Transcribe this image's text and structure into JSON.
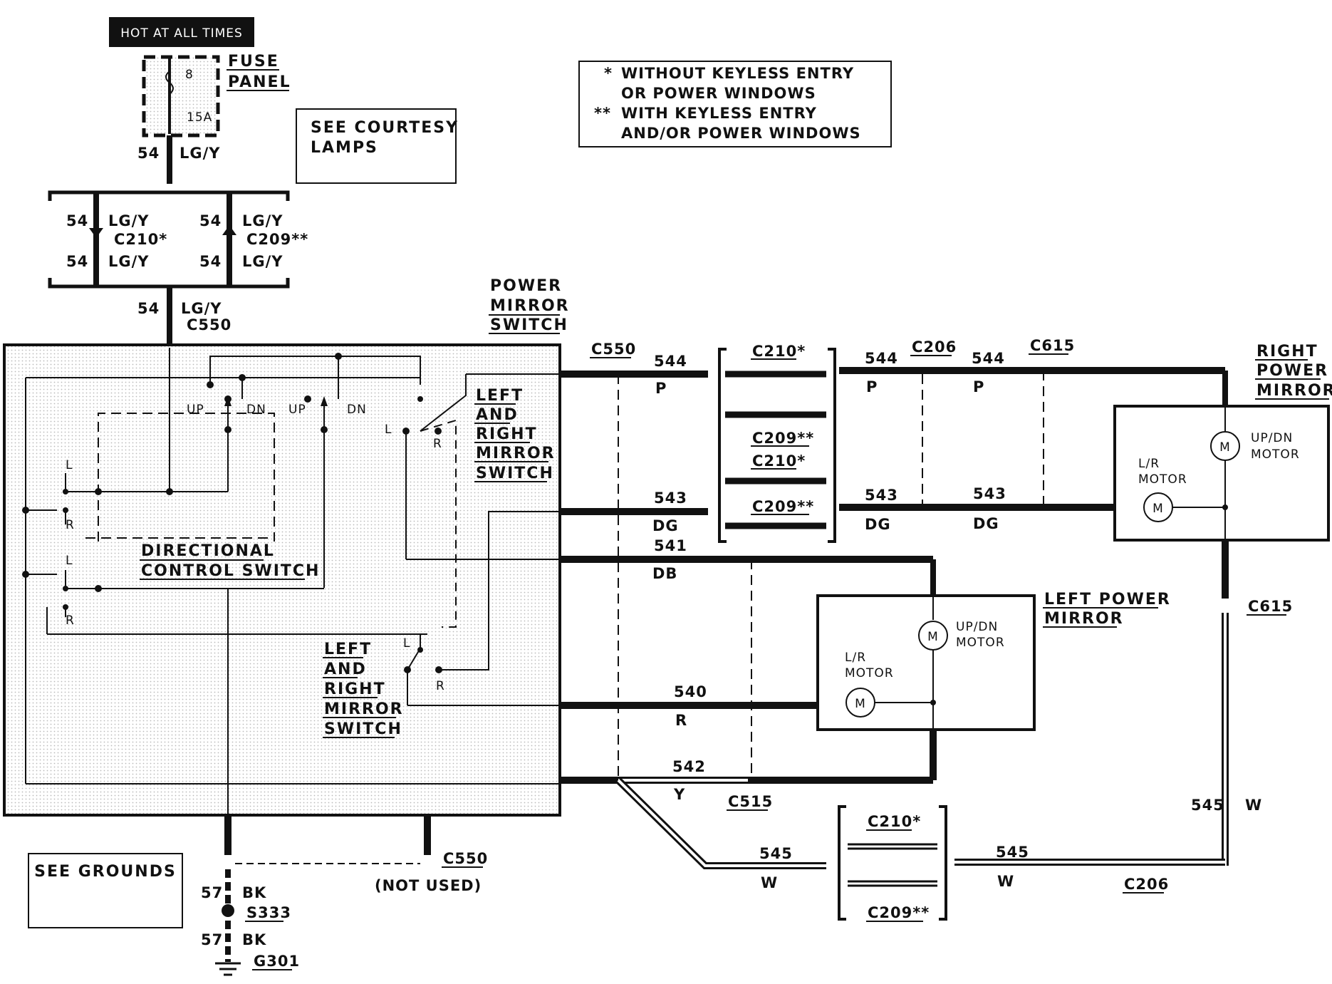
{
  "hot_label": "HOT AT ALL TIMES",
  "fuse": {
    "title_1": "FUSE",
    "title_2": "PANEL",
    "number": "8",
    "rating": "15A"
  },
  "see_courtesy": {
    "line1": "SEE COURTESY",
    "line2": "LAMPS"
  },
  "legend": {
    "star1": "*",
    "line1": "WITHOUT KEYLESS ENTRY",
    "line2": "OR POWER WINDOWS",
    "star2": "**",
    "line3": "WITH KEYLESS ENTRY",
    "line4": "AND/OR POWER WINDOWS"
  },
  "circuits": {
    "c54": "54",
    "lgy": "LG/Y",
    "c544": "544",
    "p": "P",
    "c543": "543",
    "dg": "DG",
    "c541": "541",
    "db": "DB",
    "c540": "540",
    "r": "R",
    "c542": "542",
    "y": "Y",
    "c545": "545",
    "w": "W",
    "c57": "57",
    "bk": "BK"
  },
  "connectors": {
    "c210s": "C210*",
    "c209ss": "C209**",
    "c550": "C550",
    "c206": "C206",
    "c615": "C615",
    "c515": "C515"
  },
  "power_mirror_switch": {
    "l1": "POWER",
    "l2": "MIRROR",
    "l3": "SWITCH"
  },
  "lr_switch": {
    "l1": "LEFT",
    "l2": "AND",
    "l3": "RIGHT",
    "l4": "MIRROR",
    "l5": "SWITCH"
  },
  "directional": {
    "l1": "DIRECTIONAL",
    "l2": "CONTROL SWITCH"
  },
  "switch_labels": {
    "up": "UP",
    "dn": "DN",
    "l": "L",
    "r": "R"
  },
  "right_mirror": {
    "l1": "RIGHT",
    "l2": "POWER",
    "l3": "MIRROR"
  },
  "left_mirror": {
    "l1": "LEFT POWER",
    "l2": "MIRROR"
  },
  "motors": {
    "updn_1": "UP/DN",
    "updn_2": "MOTOR",
    "lr_1": "L/R",
    "lr_2": "MOTOR",
    "m": "M"
  },
  "see_grounds": "SEE GROUNDS",
  "not_used": "(NOT USED)",
  "splice": "S333",
  "ground": "G301"
}
